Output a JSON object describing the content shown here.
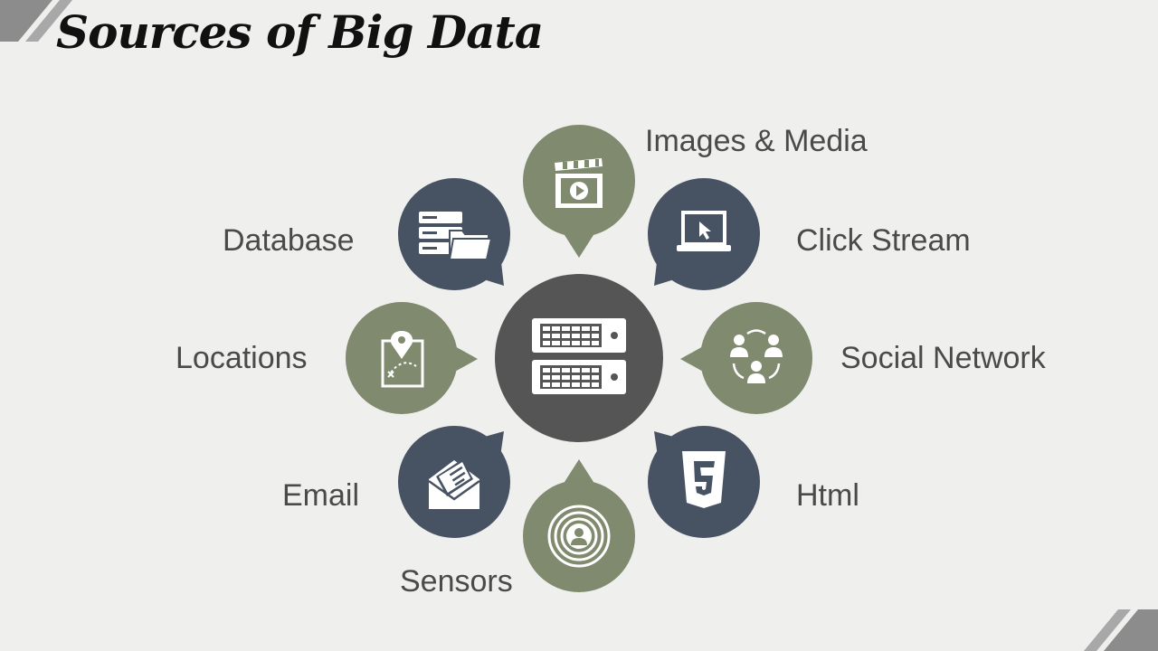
{
  "title": "Sources of Big Data",
  "colors": {
    "slate": "#475263",
    "olive": "#7f8a6e",
    "hub": "#555555",
    "background": "#efefee"
  },
  "hub": {
    "icon": "server-rack-icon"
  },
  "sources": [
    {
      "label": "Images & Media",
      "icon": "clapperboard-icon",
      "color": "olive"
    },
    {
      "label": "Click Stream",
      "icon": "laptop-cursor-icon",
      "color": "slate"
    },
    {
      "label": "Social Network",
      "icon": "people-network-icon",
      "color": "olive"
    },
    {
      "label": "Html",
      "icon": "html5-icon",
      "color": "slate"
    },
    {
      "label": "Sensors",
      "icon": "signal-person-icon",
      "color": "olive"
    },
    {
      "label": "Email",
      "icon": "envelope-icon",
      "color": "slate"
    },
    {
      "label": "Locations",
      "icon": "map-pin-icon",
      "color": "olive"
    },
    {
      "label": "Database",
      "icon": "database-folder-icon",
      "color": "slate"
    }
  ]
}
